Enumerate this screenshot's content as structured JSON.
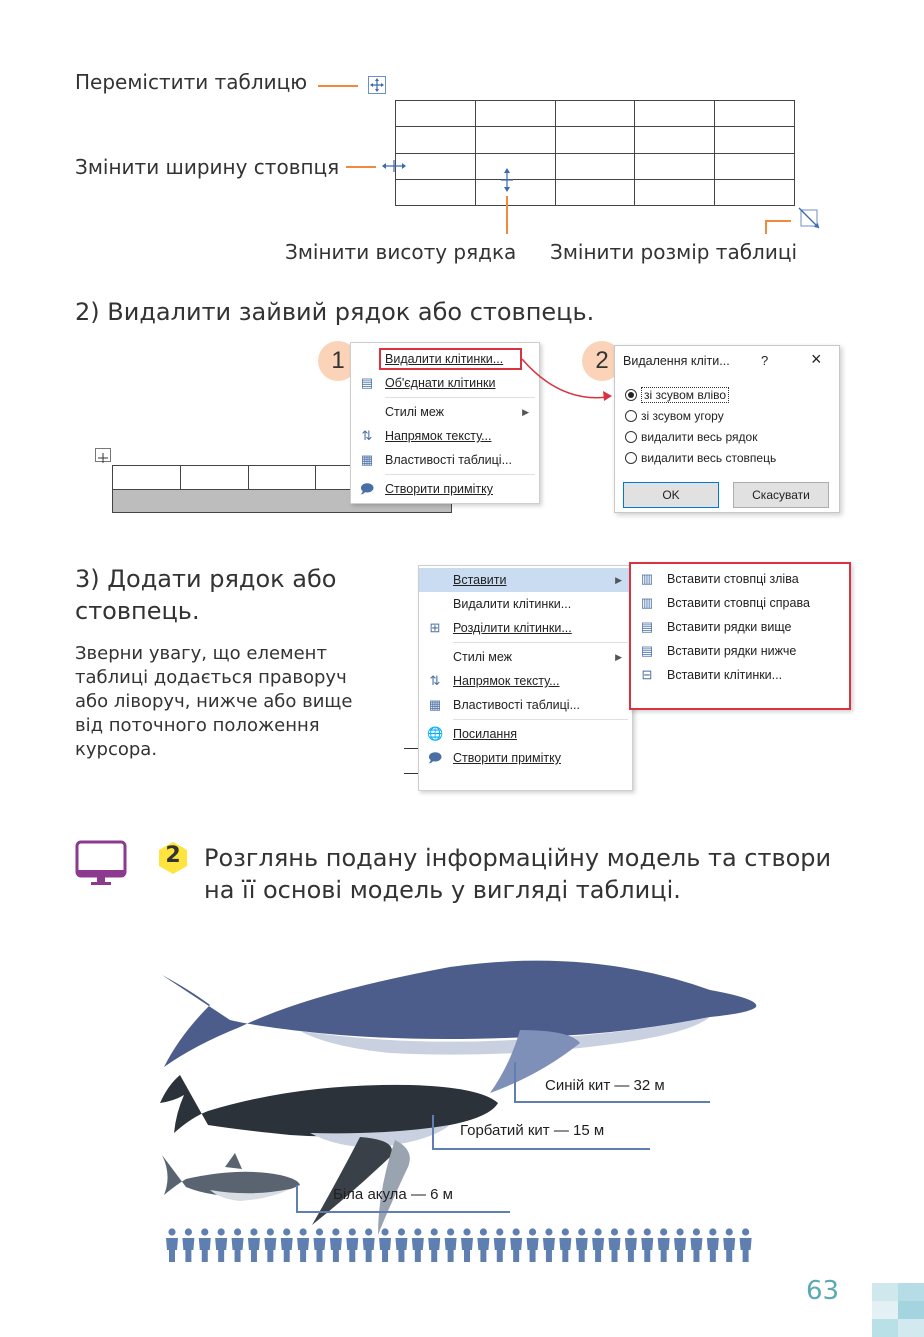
{
  "table_handles": {
    "move_table": "Перемістити таблицю",
    "column_width": "Змінити ширину стовпця",
    "row_height": "Змінити висоту рядка",
    "table_size": "Змінити розмір таблиці"
  },
  "step2": {
    "heading": "2) Видалити зайвий рядок або стовпець.",
    "badge1": "1",
    "badge2": "2",
    "menu": [
      {
        "label": "Видалити клітинки...",
        "icon": "",
        "highlight": true
      },
      {
        "label": "Об'єднати клітинки",
        "icon": "merge-cells-icon"
      },
      {
        "label": "Стилі меж",
        "icon": "",
        "submenu": true
      },
      {
        "label": "Напрямок тексту...",
        "icon": "text-direction-icon"
      },
      {
        "label": "Властивості таблиці...",
        "icon": "table-properties-icon"
      },
      {
        "label": "Створити примітку",
        "icon": "comment-icon"
      }
    ],
    "dialog": {
      "title": "Видалення кліти...",
      "help": "?",
      "close": "×",
      "options": [
        "зі зсувом вліво",
        "зі зсувом угору",
        "видалити весь рядок",
        "видалити весь стовпець"
      ],
      "selected": 0,
      "ok": "OK",
      "cancel": "Скасувати"
    }
  },
  "step3": {
    "heading_line1": "3) Додати рядок або",
    "heading_line2": "стовпець.",
    "note": [
      "Зверни увагу, що елемент",
      "таблиці додається праворуч",
      "або ліворуч, нижче або вище",
      "від поточного положення",
      "курсора."
    ],
    "menu": [
      {
        "label": "Вставити",
        "icon": "",
        "submenu": true,
        "active": true
      },
      {
        "label": "Видалити клітинки...",
        "icon": ""
      },
      {
        "label": "Розділити клітинки...",
        "icon": "split-cells-icon"
      },
      {
        "label": "Стилі меж",
        "icon": "",
        "submenu": true
      },
      {
        "label": "Напрямок тексту...",
        "icon": "text-direction-icon"
      },
      {
        "label": "Властивості таблиці...",
        "icon": "table-properties-icon"
      },
      {
        "label": "Посилання",
        "icon": "link-icon"
      },
      {
        "label": "Створити примітку",
        "icon": "comment-icon"
      }
    ],
    "submenu": [
      "Вставити стовпці зліва",
      "Вставити стовпці справа",
      "Вставити рядки вище",
      "Вставити рядки нижче",
      "Вставити клітинки..."
    ]
  },
  "task": {
    "number": "2",
    "line1": "Розглянь подану інформаційну модель та створи",
    "line2": "на її основі модель у вигляді таблиці."
  },
  "animals": [
    {
      "label": "Синій кит — 32 м",
      "length_m": 32
    },
    {
      "label": "Горбатий кит — 15 м",
      "length_m": 15
    },
    {
      "label": "Біла акула — 6 м",
      "length_m": 6
    }
  ],
  "people_count": 36,
  "page_number": "63",
  "colors": {
    "accent_orange": "#f28a3c",
    "highlight_red": "#d9333f",
    "whale_blue": "#5f7fb0",
    "task_yellow": "#ffe43d",
    "monitor_purple": "#8b3a8f"
  }
}
